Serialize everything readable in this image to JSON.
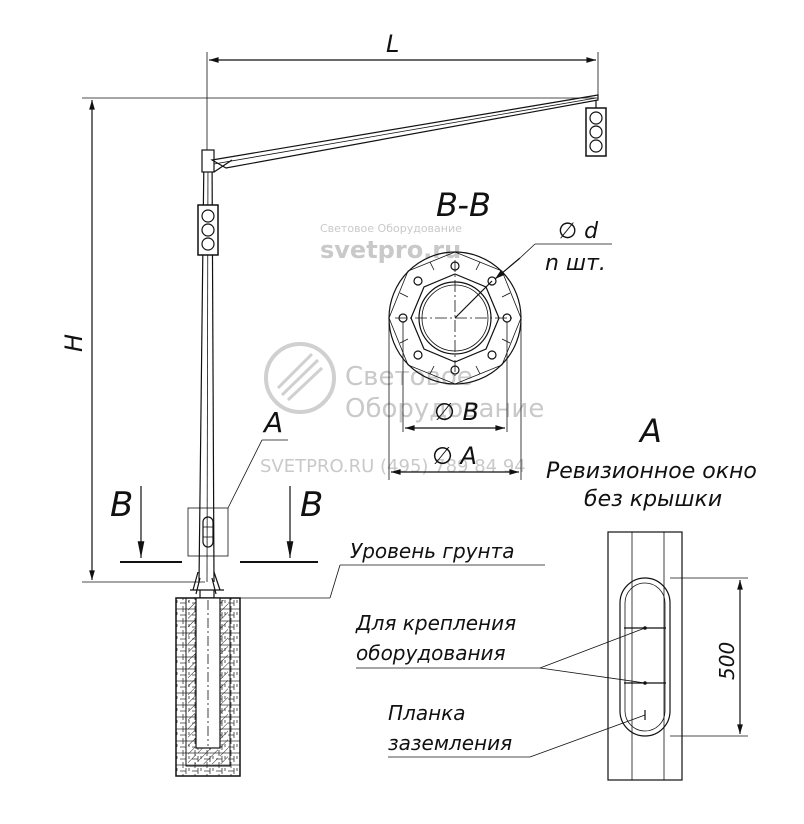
{
  "dimensions": {
    "length": "L",
    "height": "H"
  },
  "section": {
    "title": "B-B",
    "hole_diameter": "∅ d",
    "hole_count": "n шт.",
    "bolt_circle": "∅ B",
    "flange_diameter": "∅ A"
  },
  "cut_marks": {
    "left": "B",
    "right": "B"
  },
  "detail": {
    "marker_on_pole": "A",
    "title": "A",
    "caption_line1": "Ревизионное окно",
    "caption_line2": "без крышки",
    "window_height": "500"
  },
  "labels": {
    "ground_level": "Уровень грунта",
    "mounting_line1": "Для крепления",
    "mounting_line2": "оборудования",
    "grounding_line1": "Планка",
    "grounding_line2": "заземления"
  },
  "watermarks": {
    "top_line1": "Световое Оборудование",
    "top_line2": "svetpro.ru",
    "mid_line1": "Световое",
    "mid_line2": "Оборудование",
    "mid_line3": "SVETPRO.RU   (495) 789 84 94"
  }
}
